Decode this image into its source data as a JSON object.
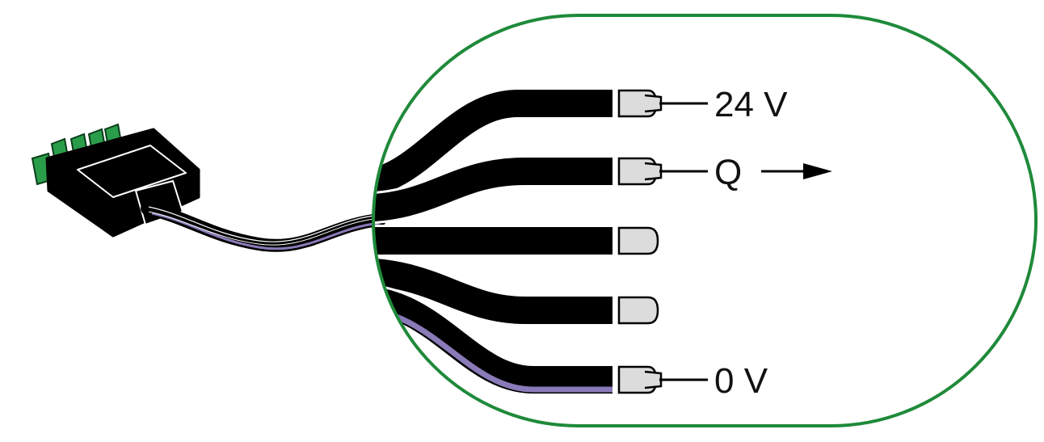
{
  "labels": {
    "wire1": "24 V",
    "wire2": "Q",
    "wire5": "0 V"
  },
  "colors": {
    "zoom_outline": "#1f8a3a",
    "cable": "#000000",
    "purple_stripe": "#8a7ab8",
    "ferrule": "#dcdcdc",
    "connector_pins": "#2a9d4a"
  },
  "icons": [
    "wire-connector-icon",
    "arrow-right-icon"
  ]
}
